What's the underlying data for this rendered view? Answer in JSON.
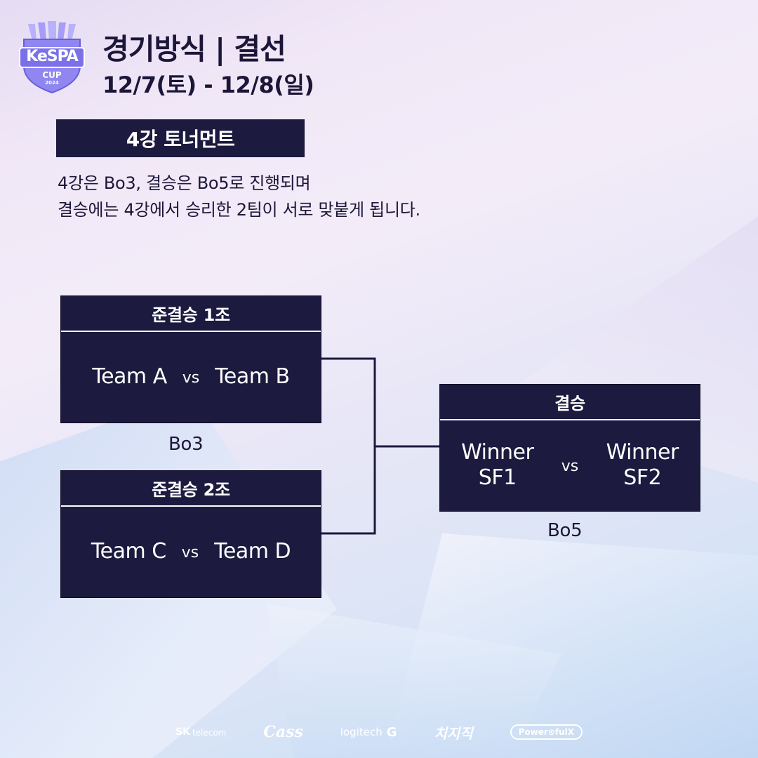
{
  "logo": {
    "text_main": "KeSPA",
    "text_cup": "CUP",
    "text_year": "2024",
    "colors": {
      "shield": "#8f86f0",
      "shield_dark": "#6a5fd8",
      "shield_light": "#b8b1fb"
    }
  },
  "header": {
    "title": "경기방식 | 결선",
    "date": "12/7(토) - 12/8(일)"
  },
  "section": {
    "label": "4강 토너먼트"
  },
  "description": {
    "line1": "4강은 Bo3, 결승은 Bo5로 진행되며",
    "line2": "결승에는 4강에서 승리한 2팀이 서로 맞붙게 됩니다."
  },
  "bracket": {
    "semifinal1": {
      "title": "준결승 1조",
      "team_left": "Team A",
      "vs": "vs",
      "team_right": "Team B"
    },
    "semifinal_format": "Bo3",
    "semifinal2": {
      "title": "준결승 2조",
      "team_left": "Team C",
      "vs": "vs",
      "team_right": "Team D"
    },
    "final": {
      "title": "결승",
      "left_line1": "Winner",
      "left_line2": "SF1",
      "vs": "vs",
      "right_line1": "Winner",
      "right_line2": "SF2"
    },
    "final_format": "Bo5"
  },
  "sponsors": {
    "sk_main": "SK",
    "sk_sub": "telecom",
    "cass": "Cass",
    "logitech": "logitech",
    "logitech_g": "G",
    "chzzk": "치지직",
    "powerful_x": "Power⊙fulX"
  },
  "colors": {
    "panel": "#1c1a3e",
    "text_dark": "#1c1738",
    "bracket_line": "#1c1a3e"
  }
}
